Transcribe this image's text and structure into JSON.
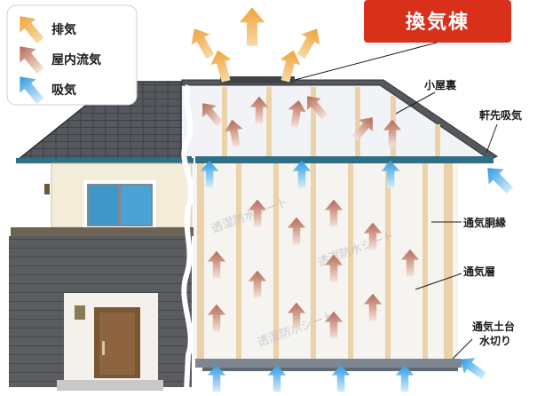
{
  "title": {
    "text": "換気棟"
  },
  "legend": [
    {
      "label": "排気",
      "icon": "orange-up-arrow-icon",
      "color": "#f0a33c"
    },
    {
      "label": "屋内流気",
      "icon": "pink-arrow-icon",
      "color": "#b56a55"
    },
    {
      "label": "吸気",
      "icon": "blue-arrow-icon",
      "color": "#2e9be0"
    }
  ],
  "labels": {
    "attic": "小屋裏",
    "eave_intake": "軒先吸気",
    "furring": "通気胴縁",
    "air_layer": "通気層",
    "sill_1": "通気土台",
    "sill_2": "水切り"
  },
  "watermark": "透湿防水シート",
  "colors": {
    "exhaust": "#f0a33c",
    "indoor_flow": "#b56a55",
    "intake": "#2e9be0",
    "title_bg": "#d9301c",
    "roof": "#55595e",
    "wall_lower": "#5a5c60",
    "siding_upper": "#f2ecd9",
    "stud": "#ecd2a8"
  }
}
